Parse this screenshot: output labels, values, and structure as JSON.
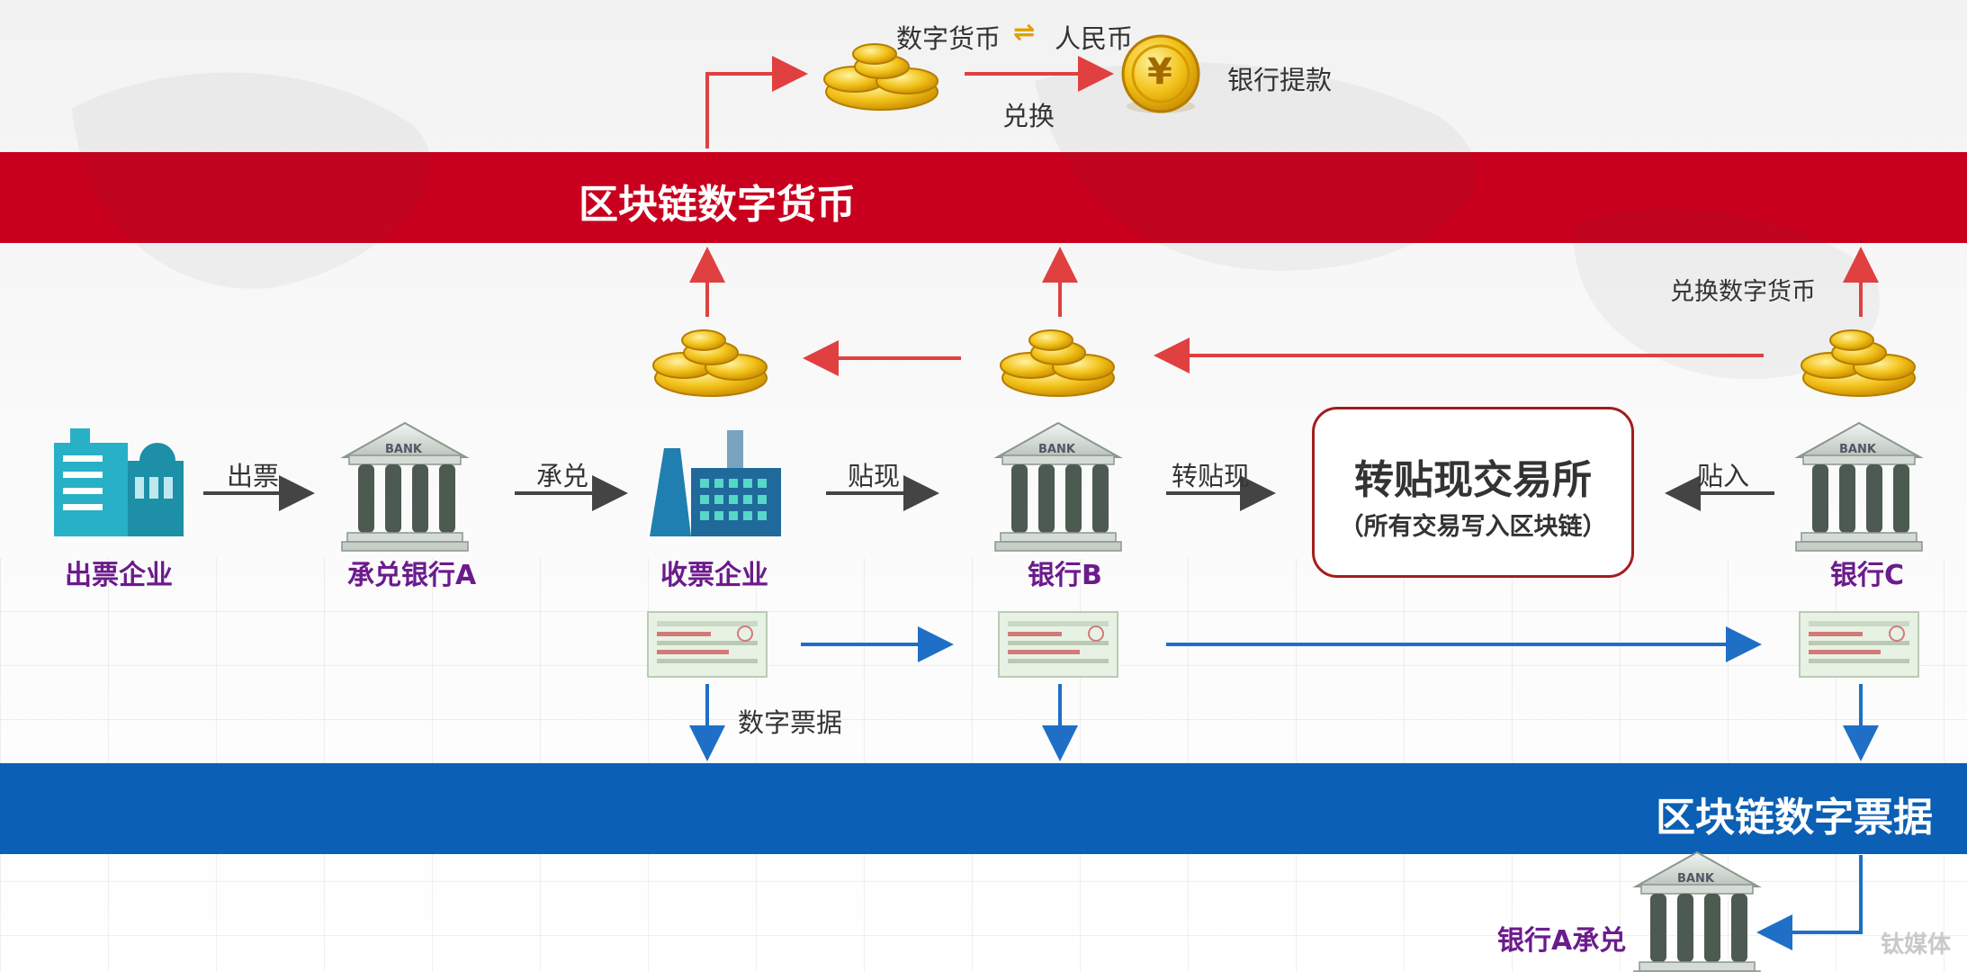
{
  "bands": {
    "currency_chain": "区块链数字货币",
    "bill_chain": "区块链数字票据"
  },
  "top": {
    "currency_pair_left": "数字货币",
    "currency_pair_swap": "⇌",
    "currency_pair_right": "人民币",
    "exchange_label": "兑换",
    "bank_withdraw": "银行提款"
  },
  "nodes": {
    "issuer": "出票企业",
    "accepting_bank": "承兑银行A",
    "payee": "收票企业",
    "bank_b": "银行B",
    "bank_c": "银行C",
    "bank_a_accept": "银行A承兑"
  },
  "flows": {
    "issue": "出票",
    "accept": "承兑",
    "discount": "贴现",
    "rediscount": "转贴现",
    "discount_in": "贴入",
    "exchange_currency": "兑换数字货币",
    "digital_bill": "数字票据"
  },
  "exchange": {
    "title": "转贴现交易所",
    "subtitle": "（所有交易写入区块链）"
  },
  "icons": {
    "bank_text": "BANK",
    "yuan_symbol": "¥",
    "watermark": "钛媒体"
  },
  "colors": {
    "red": "#c8001e",
    "blue": "#0b5fb4",
    "node_label": "#6b1b8c",
    "arrow_red": "#e04040",
    "arrow_blue": "#1f6fc6",
    "arrow_dark": "#444444"
  }
}
